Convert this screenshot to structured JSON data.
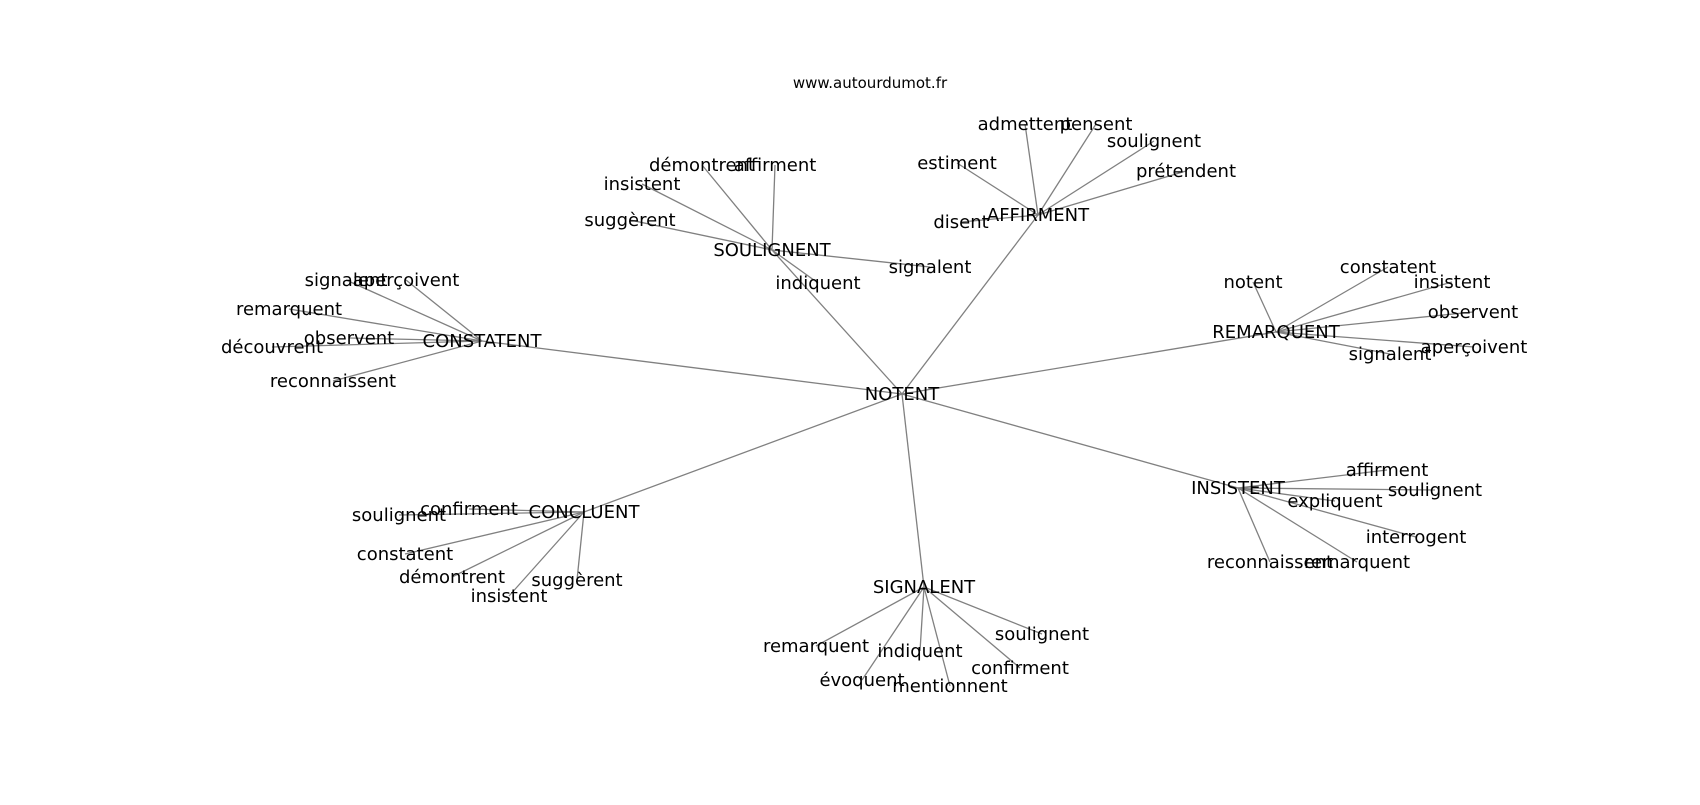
{
  "site": "www.autourdumot.fr",
  "colors": {
    "edge": "#808080",
    "text": "#000000",
    "background": "#ffffff"
  },
  "graph": {
    "center": "NOTENT",
    "groups": [
      {
        "label": "AFFIRMENT",
        "children": [
          "admettent",
          "pensent",
          "soulignent",
          "estiment",
          "prétendent",
          "disent"
        ]
      },
      {
        "label": "SOULIGNENT",
        "children": [
          "démontrent",
          "affirment",
          "insistent",
          "suggèrent",
          "signalent",
          "indiquent"
        ]
      },
      {
        "label": "CONSTATENT",
        "children": [
          "signalent",
          "aperçoivent",
          "remarquent",
          "observent",
          "découvrent",
          "reconnaissent"
        ]
      },
      {
        "label": "REMARQUENT",
        "children": [
          "notent",
          "constatent",
          "insistent",
          "observent",
          "signalent",
          "aperçoivent"
        ]
      },
      {
        "label": "INSISTENT",
        "children": [
          "affirment",
          "soulignent",
          "expliquent",
          "interrogent",
          "reconnaissent",
          "remarquent"
        ]
      },
      {
        "label": "CONCLUENT",
        "children": [
          "confirment",
          "soulignent",
          "constatent",
          "démontrent",
          "insistent",
          "suggèrent"
        ]
      },
      {
        "label": "SIGNALENT",
        "children": [
          "soulignent",
          "remarquent",
          "indiquent",
          "confirment",
          "évoquent",
          "mentionnent"
        ]
      }
    ]
  }
}
